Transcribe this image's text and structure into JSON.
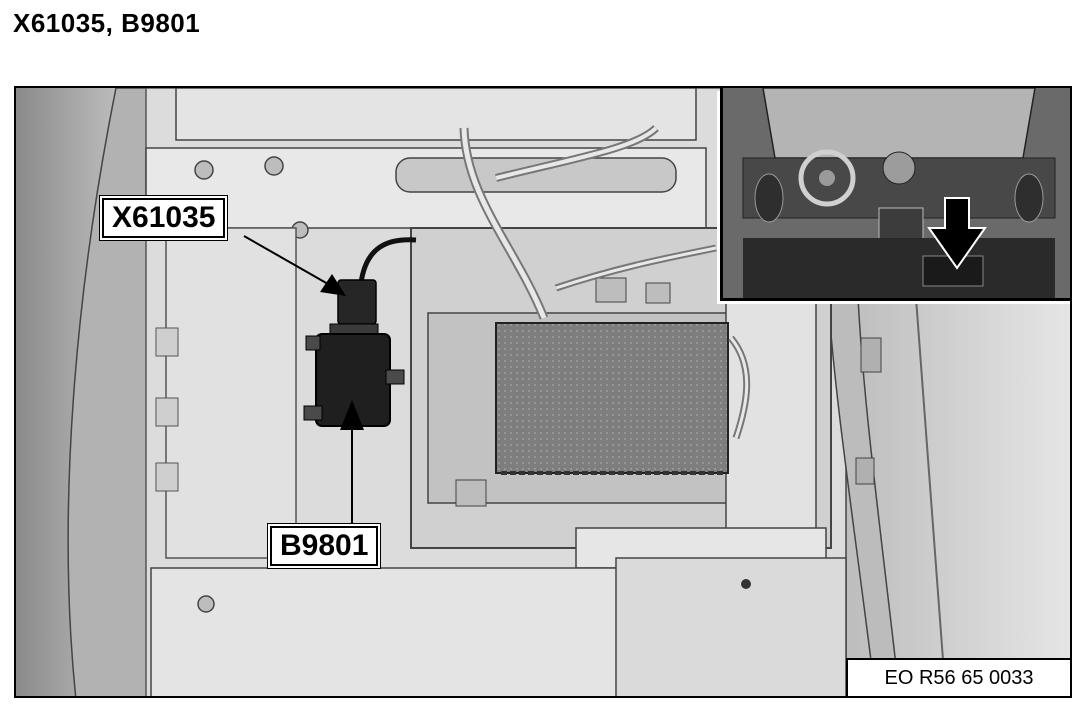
{
  "page": {
    "title": "X61035, B9801"
  },
  "callouts": {
    "connector": "X61035",
    "sensor": "B9801"
  },
  "figure": {
    "reference_code": "EO R56 65 0033"
  },
  "colors": {
    "line": "#000000",
    "background": "#ffffff",
    "metal": "#d4d4d4",
    "module": "#808080"
  }
}
